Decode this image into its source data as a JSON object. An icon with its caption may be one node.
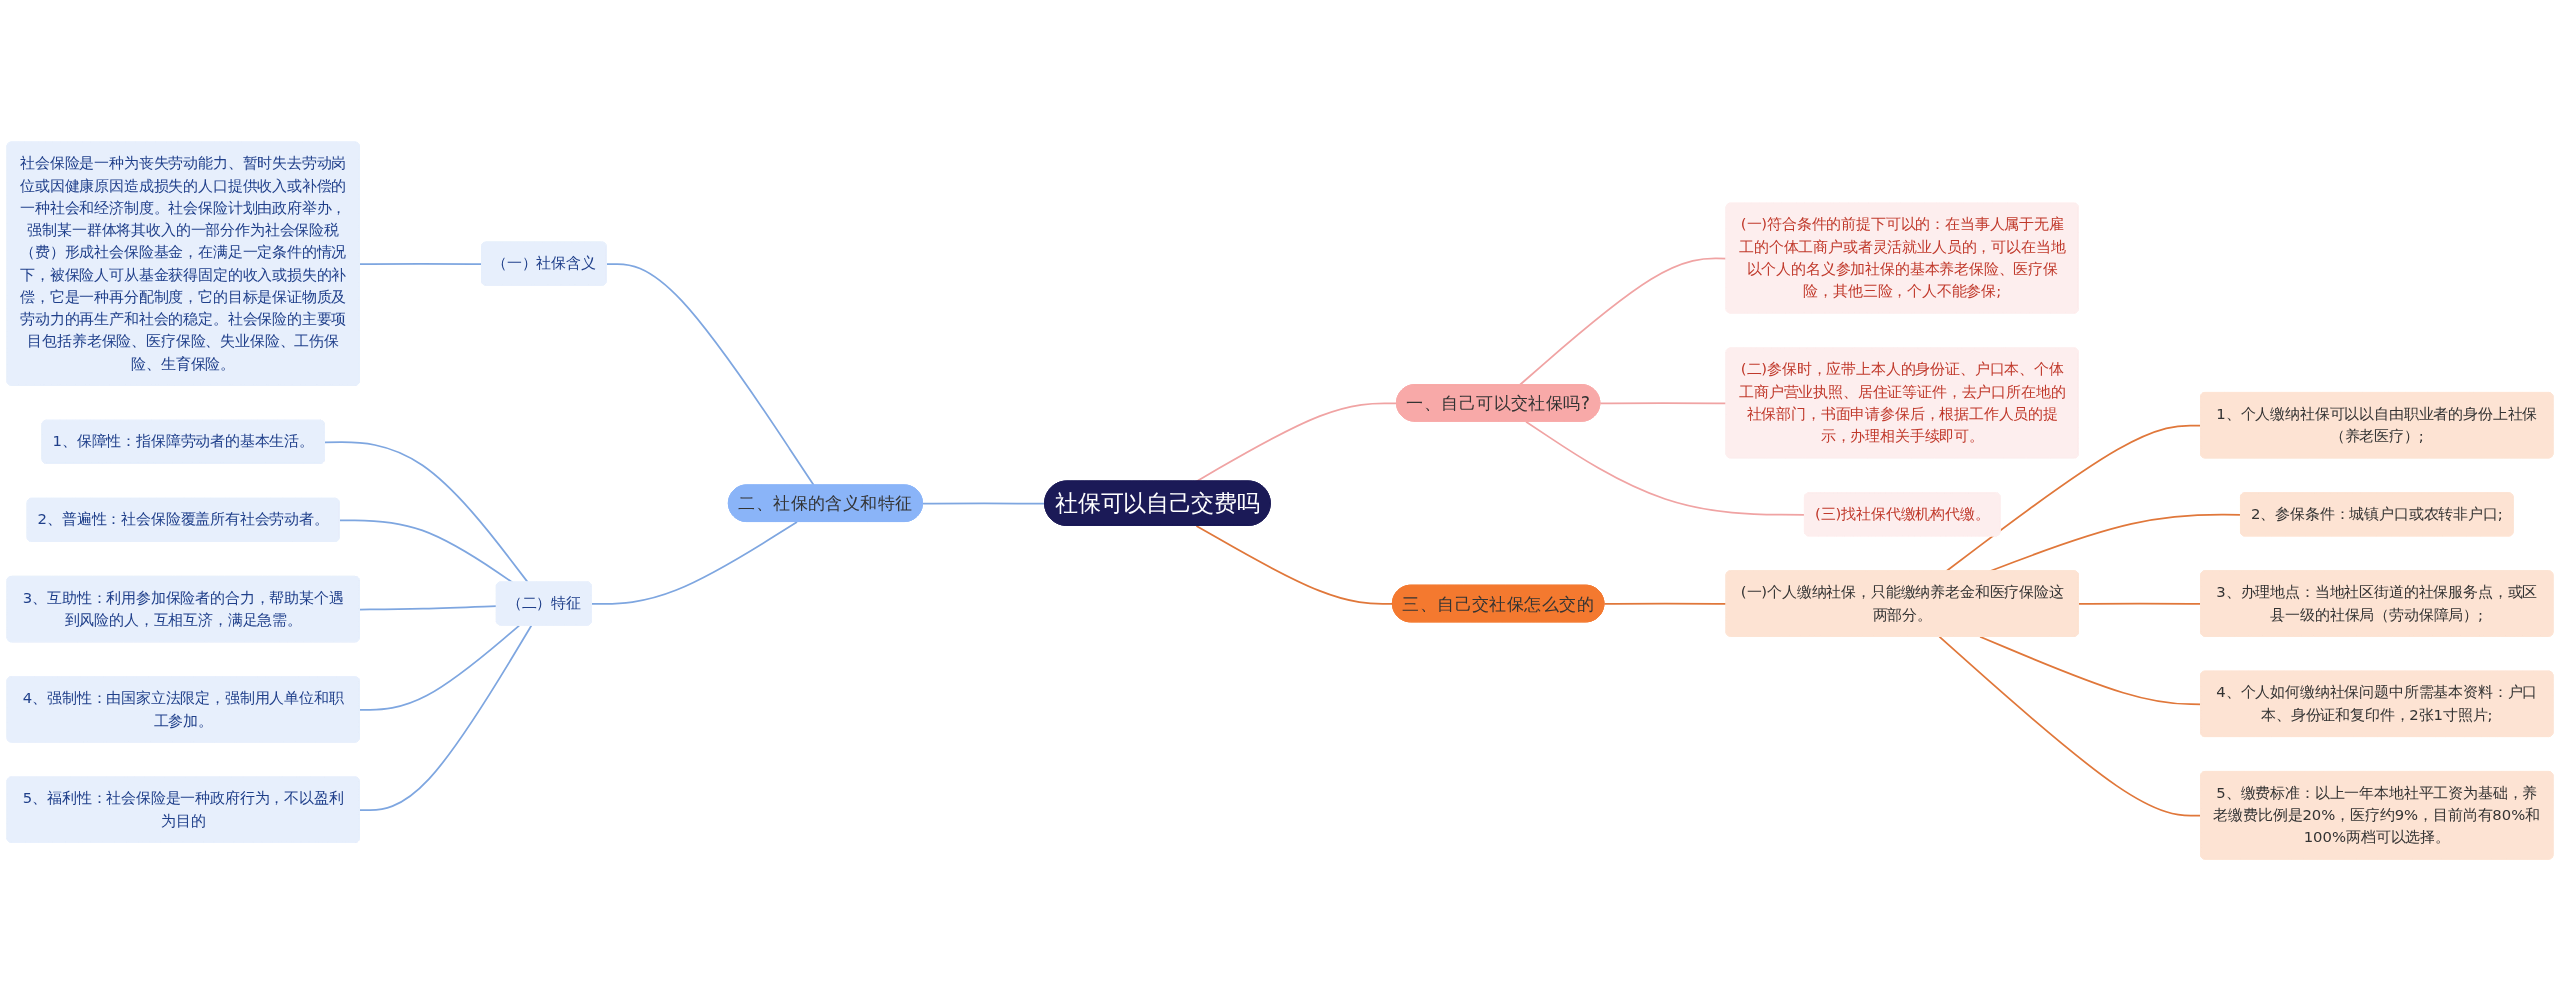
{
  "diagram": {
    "nodes": [
      {
        "text": [
          "社保可以自己交费吗"
        ]
      },
      {
        "text": [
          "一、自己可以交社保吗?"
        ]
      },
      {
        "text": [
          "(一)符合条件的前提下可以的：在当事人属于无雇工的个体工商户或者灵活就业人员的，可以在当地以个人的名义参加社保的基本养老保险、医疗保险，其他三险，个人不能参保;"
        ]
      },
      {
        "text": [
          "(二)参保时，应带上本人的身份证、户口本、个体工商户营业执照、居住证等证件，去户口所在地的社保部门，书面申请参保后，根据工作人员的提示，办理相关手续即可。"
        ]
      },
      {
        "text": [
          "(三)找社保代缴机构代缴。"
        ]
      },
      {
        "text": [
          "二、社保的含义和特征"
        ]
      },
      {
        "text": [
          "（一）社保含义"
        ]
      },
      {
        "text": [
          "社会保险是一种为丧失劳动能力、暂时失去劳动岗位或因健康原因造成损失的人口提供收入或补偿的一种社会和经济制度。社会保险计划由政府举办，强制某一群体将其收入的一部分作为社会保险税（费）形成社会保险基金，在满足一定条件的情况下，被保险人可从基金获得固定的收入或损失的补偿，它是一种再分配制度，它的目标是保证物质及劳动力的再生产和社会的稳定。社会保险的主要项目包括养老保险、医疗保险、失业保险、工伤保险、生育保险。"
        ]
      },
      {
        "text": [
          "（二）特征"
        ]
      },
      {
        "text": [
          "1、保障性：指保障劳动者的基本生活。"
        ]
      },
      {
        "text": [
          "2、普遍性：社会保险覆盖所有社会劳动者。"
        ]
      },
      {
        "text": [
          "3、互助性：利用参加保险者的合力，帮助某个遇到风险的人，互相互济，满足急需。"
        ]
      },
      {
        "text": [
          "4、强制性：由国家立法限定，强制用人单位和职工参加。"
        ]
      },
      {
        "text": [
          "5、福利性：社会保险是一种政府行为，不以盈利为目的"
        ]
      },
      {
        "text": [
          "三、自己交社保怎么交的"
        ]
      },
      {
        "text": [
          "(一)个人缴纳社保，只能缴纳养老金和医疗保险这两部分。"
        ]
      },
      {
        "text": [
          "1、个人缴纳社保可以以自由职业者的身份上社保（养老医疗）;"
        ]
      },
      {
        "text": [
          "2、参保条件：城镇户口或农转非户口;"
        ]
      },
      {
        "text": [
          "3、办理地点：当地社区街道的社保服务点，或区县一级的社保局（劳动保障局）;"
        ]
      },
      {
        "text": [
          "4、个人如何缴纳社保问题中所需基本资料：户口本、身份证和复印件，2张1寸照片;"
        ]
      },
      {
        "text": [
          "5、缴费标准：以上一年本地社平工资为基础，养老缴费比例是20%，医疗约9%，目前尚有80%和100%两档可以选择。"
        ]
      }
    ],
    "edges": [
      {
        "from": 0,
        "to": 1,
        "arrow": "none",
        "color": "#f0a3a3"
      },
      {
        "from": 1,
        "to": 2,
        "arrow": "none",
        "color": "#f0a3a3"
      },
      {
        "from": 1,
        "to": 3,
        "arrow": "none",
        "color": "#f0a3a3"
      },
      {
        "from": 1,
        "to": 4,
        "arrow": "none",
        "color": "#f0a3a3"
      },
      {
        "from": 0,
        "to": 5,
        "arrow": "none",
        "color": "#7ea6e0"
      },
      {
        "from": 5,
        "to": 6,
        "arrow": "none",
        "color": "#7ea6e0"
      },
      {
        "from": 6,
        "to": 7,
        "arrow": "none",
        "color": "#7ea6e0"
      },
      {
        "from": 5,
        "to": 8,
        "arrow": "none",
        "color": "#7ea6e0"
      },
      {
        "from": 8,
        "to": 9,
        "arrow": "none",
        "color": "#7ea6e0"
      },
      {
        "from": 8,
        "to": 10,
        "arrow": "none",
        "color": "#7ea6e0"
      },
      {
        "from": 8,
        "to": 11,
        "arrow": "none",
        "color": "#7ea6e0"
      },
      {
        "from": 8,
        "to": 12,
        "arrow": "none",
        "color": "#7ea6e0"
      },
      {
        "from": 8,
        "to": 13,
        "arrow": "none",
        "color": "#7ea6e0"
      },
      {
        "from": 0,
        "to": 14,
        "arrow": "none",
        "color": "#e0773a"
      },
      {
        "from": 14,
        "to": 15,
        "arrow": "none",
        "color": "#e0773a"
      },
      {
        "from": 15,
        "to": 16,
        "arrow": "none",
        "color": "#e0773a"
      },
      {
        "from": 15,
        "to": 17,
        "arrow": "none",
        "color": "#e0773a"
      },
      {
        "from": 15,
        "to": 18,
        "arrow": "none",
        "color": "#e0773a"
      },
      {
        "from": 15,
        "to": 19,
        "arrow": "none",
        "color": "#e0773a"
      },
      {
        "from": 15,
        "to": 20,
        "arrow": "none",
        "color": "#e0773a"
      }
    ]
  }
}
